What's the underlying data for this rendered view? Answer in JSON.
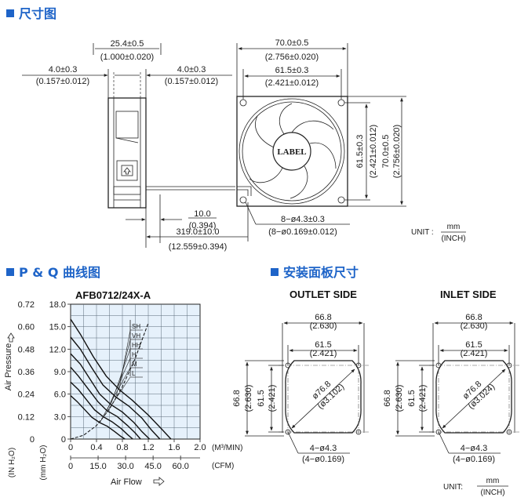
{
  "sections": {
    "dimensions": "尺寸图",
    "pq": "P & Q 曲线图",
    "panel": "安装面板尺寸"
  },
  "fan_drawing": {
    "side_width": "25.4±0.5",
    "side_width_in": "(1.000±0.020)",
    "left_flange": "4.0±0.3",
    "left_flange_in": "(0.157±0.012)",
    "right_flange": "4.0±0.3",
    "right_flange_in": "(0.157±0.012)",
    "overall_width": "70.0±0.5",
    "overall_width_in": "(2.756±0.020)",
    "hole_span": "61.5±0.3",
    "hole_span_in": "(2.421±0.012)",
    "hole_span_v": "61.5±0.3",
    "hole_span_v_in": "(2.421±0.012)",
    "overall_height": "70.0±0.5",
    "overall_height_in": "(2.756±0.020)",
    "strip": "10.0",
    "strip_in": "(0.394)",
    "lead_length": "319.0±10.0",
    "lead_length_in": "(12.559±0.394)",
    "holes": "8−ø4.3±0.3",
    "holes_in": "(8−ø0.169±0.012)",
    "label": "LABEL",
    "unit_label": "UNIT :",
    "unit_mm": "mm",
    "unit_inch": "(INCH)"
  },
  "pq_chart": {
    "title": "AFB0712/24X-A",
    "left_axis_label": "Air Pressure",
    "left_unit_1": "(IN H₂O)",
    "left_unit_2": "(mm H₂O)",
    "m3_unit": "(M³/MIN)",
    "cfm_unit": "(CFM)",
    "air_flow_label": "Air Flow",
    "in_h2o_ticks": [
      "0.72",
      "0.60",
      "0.48",
      "0.36",
      "0.24",
      "0.12",
      "0"
    ],
    "mm_h2o_ticks": [
      "18.0",
      "15.0",
      "12.0",
      "9.0",
      "6.0",
      "3.0",
      "0"
    ],
    "m3_ticks": [
      "0",
      "0.4",
      "0.8",
      "1.2",
      "1.6",
      "2.0"
    ],
    "cfm_ticks": [
      "0",
      "15.0",
      "30.0",
      "45.0",
      "60.0"
    ],
    "speed_labels": [
      "SH",
      "VH",
      "HH",
      "H",
      "M",
      "L"
    ]
  },
  "chart_data": {
    "type": "line",
    "title": "AFB0712/24X-A",
    "xlabel": "Air Flow (M³/MIN)",
    "ylabel": "Air Pressure (mm H₂O)",
    "xlim": [
      0,
      2.0
    ],
    "ylim": [
      0,
      18.0
    ],
    "grid": true,
    "series": [
      {
        "name": "SH",
        "x": [
          0,
          0.15,
          0.35,
          0.55,
          0.75,
          0.95,
          1.2,
          1.4,
          1.55
        ],
        "y": [
          16.0,
          14.0,
          11.0,
          8.4,
          6.6,
          5.2,
          3.2,
          1.4,
          0
        ]
      },
      {
        "name": "VH",
        "x": [
          0,
          0.15,
          0.32,
          0.5,
          0.7,
          0.9,
          1.1,
          1.25,
          1.38
        ],
        "y": [
          13.6,
          12.0,
          9.6,
          7.2,
          5.6,
          4.4,
          2.8,
          1.2,
          0
        ]
      },
      {
        "name": "HH",
        "x": [
          0,
          0.15,
          0.3,
          0.45,
          0.62,
          0.8,
          0.98,
          1.1,
          1.22
        ],
        "y": [
          11.4,
          10.0,
          8.0,
          6.0,
          4.6,
          3.6,
          2.2,
          1.0,
          0
        ]
      },
      {
        "name": "H",
        "x": [
          0,
          0.12,
          0.28,
          0.42,
          0.56,
          0.72,
          0.88,
          1.0,
          1.08
        ],
        "y": [
          9.6,
          8.4,
          6.6,
          5.0,
          3.8,
          3.0,
          1.8,
          0.8,
          0
        ]
      },
      {
        "name": "M",
        "x": [
          0,
          0.12,
          0.25,
          0.37,
          0.5,
          0.64,
          0.78,
          0.88,
          0.96
        ],
        "y": [
          7.6,
          6.6,
          5.2,
          3.9,
          3.0,
          2.3,
          1.4,
          0.6,
          0
        ]
      },
      {
        "name": "L",
        "x": [
          0,
          0.1,
          0.22,
          0.33,
          0.45,
          0.57,
          0.68,
          0.77,
          0.84
        ],
        "y": [
          5.8,
          5.0,
          3.9,
          2.9,
          2.2,
          1.7,
          1.0,
          0.4,
          0
        ]
      }
    ],
    "system_curve": {
      "x": [
        0,
        0.2,
        0.4,
        0.6,
        0.8,
        1.0,
        1.2
      ],
      "y": [
        0,
        0.5,
        1.8,
        4.0,
        7.0,
        10.8,
        15.5
      ]
    }
  },
  "panel": {
    "outlet_title": "OUTLET SIDE",
    "inlet_title": "INLET SIDE",
    "outlet": {
      "width": "66.8",
      "width_in": "(2.630)",
      "span": "61.5",
      "span_in": "(2.421)",
      "height": "66.8",
      "height_in": "(2.630)",
      "v_span": "61.5",
      "v_span_in": "(2.421)",
      "dia": "ø76.8",
      "dia_in": "(ø3.102)",
      "holes": "4−ø4.3",
      "holes_in": "(4−ø0.169)"
    },
    "inlet": {
      "width": "66.8",
      "width_in": "(2.630)",
      "span": "61.5",
      "span_in": "(2.421)",
      "height": "66.8",
      "height_in": "(2.630)",
      "v_span": "61.5",
      "v_span_in": "(2.421)",
      "dia": "ø76.8",
      "dia_in": "(ø3.024)",
      "holes": "4−ø4.3",
      "holes_in": "(4−ø0.169)"
    },
    "unit_label": "UNIT:",
    "unit_mm": "mm",
    "unit_inch": "(INCH)"
  }
}
